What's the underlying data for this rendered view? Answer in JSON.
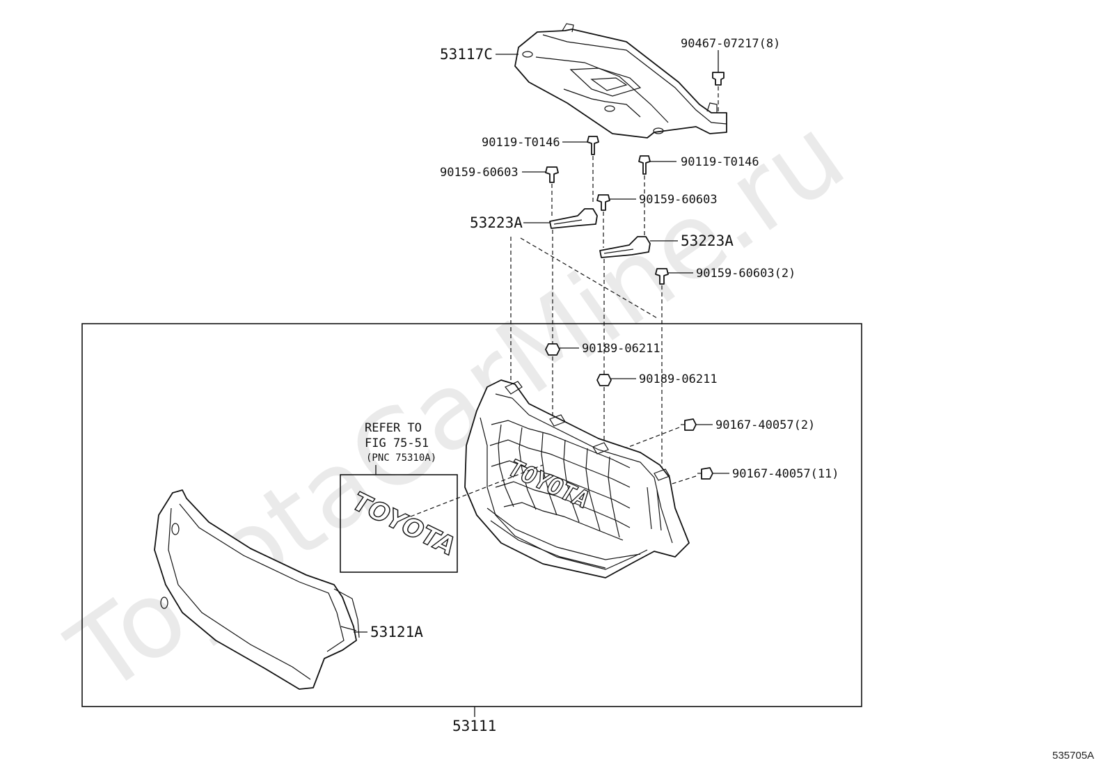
{
  "watermark": "ToyotaCarMine.ru",
  "figure_id": "535705A",
  "parts": {
    "cover": "53117C",
    "clip_cover": "90467-07217(8)",
    "screw_a_left": "90119-T0146",
    "screw_a_right": "90119-T0146",
    "bolt_b_left": "90159-60603",
    "bolt_b_right": "90159-60603",
    "bracket_left": "53223A",
    "bracket_right": "53223A",
    "bolt_b_2": "90159-60603(2)",
    "nut_left": "90189-06211",
    "nut_right": "90189-06211",
    "clip_2": "90167-40057(2)",
    "clip_11": "90167-40057(11)",
    "surround": "53121A",
    "grille_assy": "53111"
  },
  "refer": {
    "line1": "REFER TO",
    "line2": "FIG 75-51",
    "line3": "(PNC 75310A)"
  },
  "emblem_text": "TOYOTA"
}
